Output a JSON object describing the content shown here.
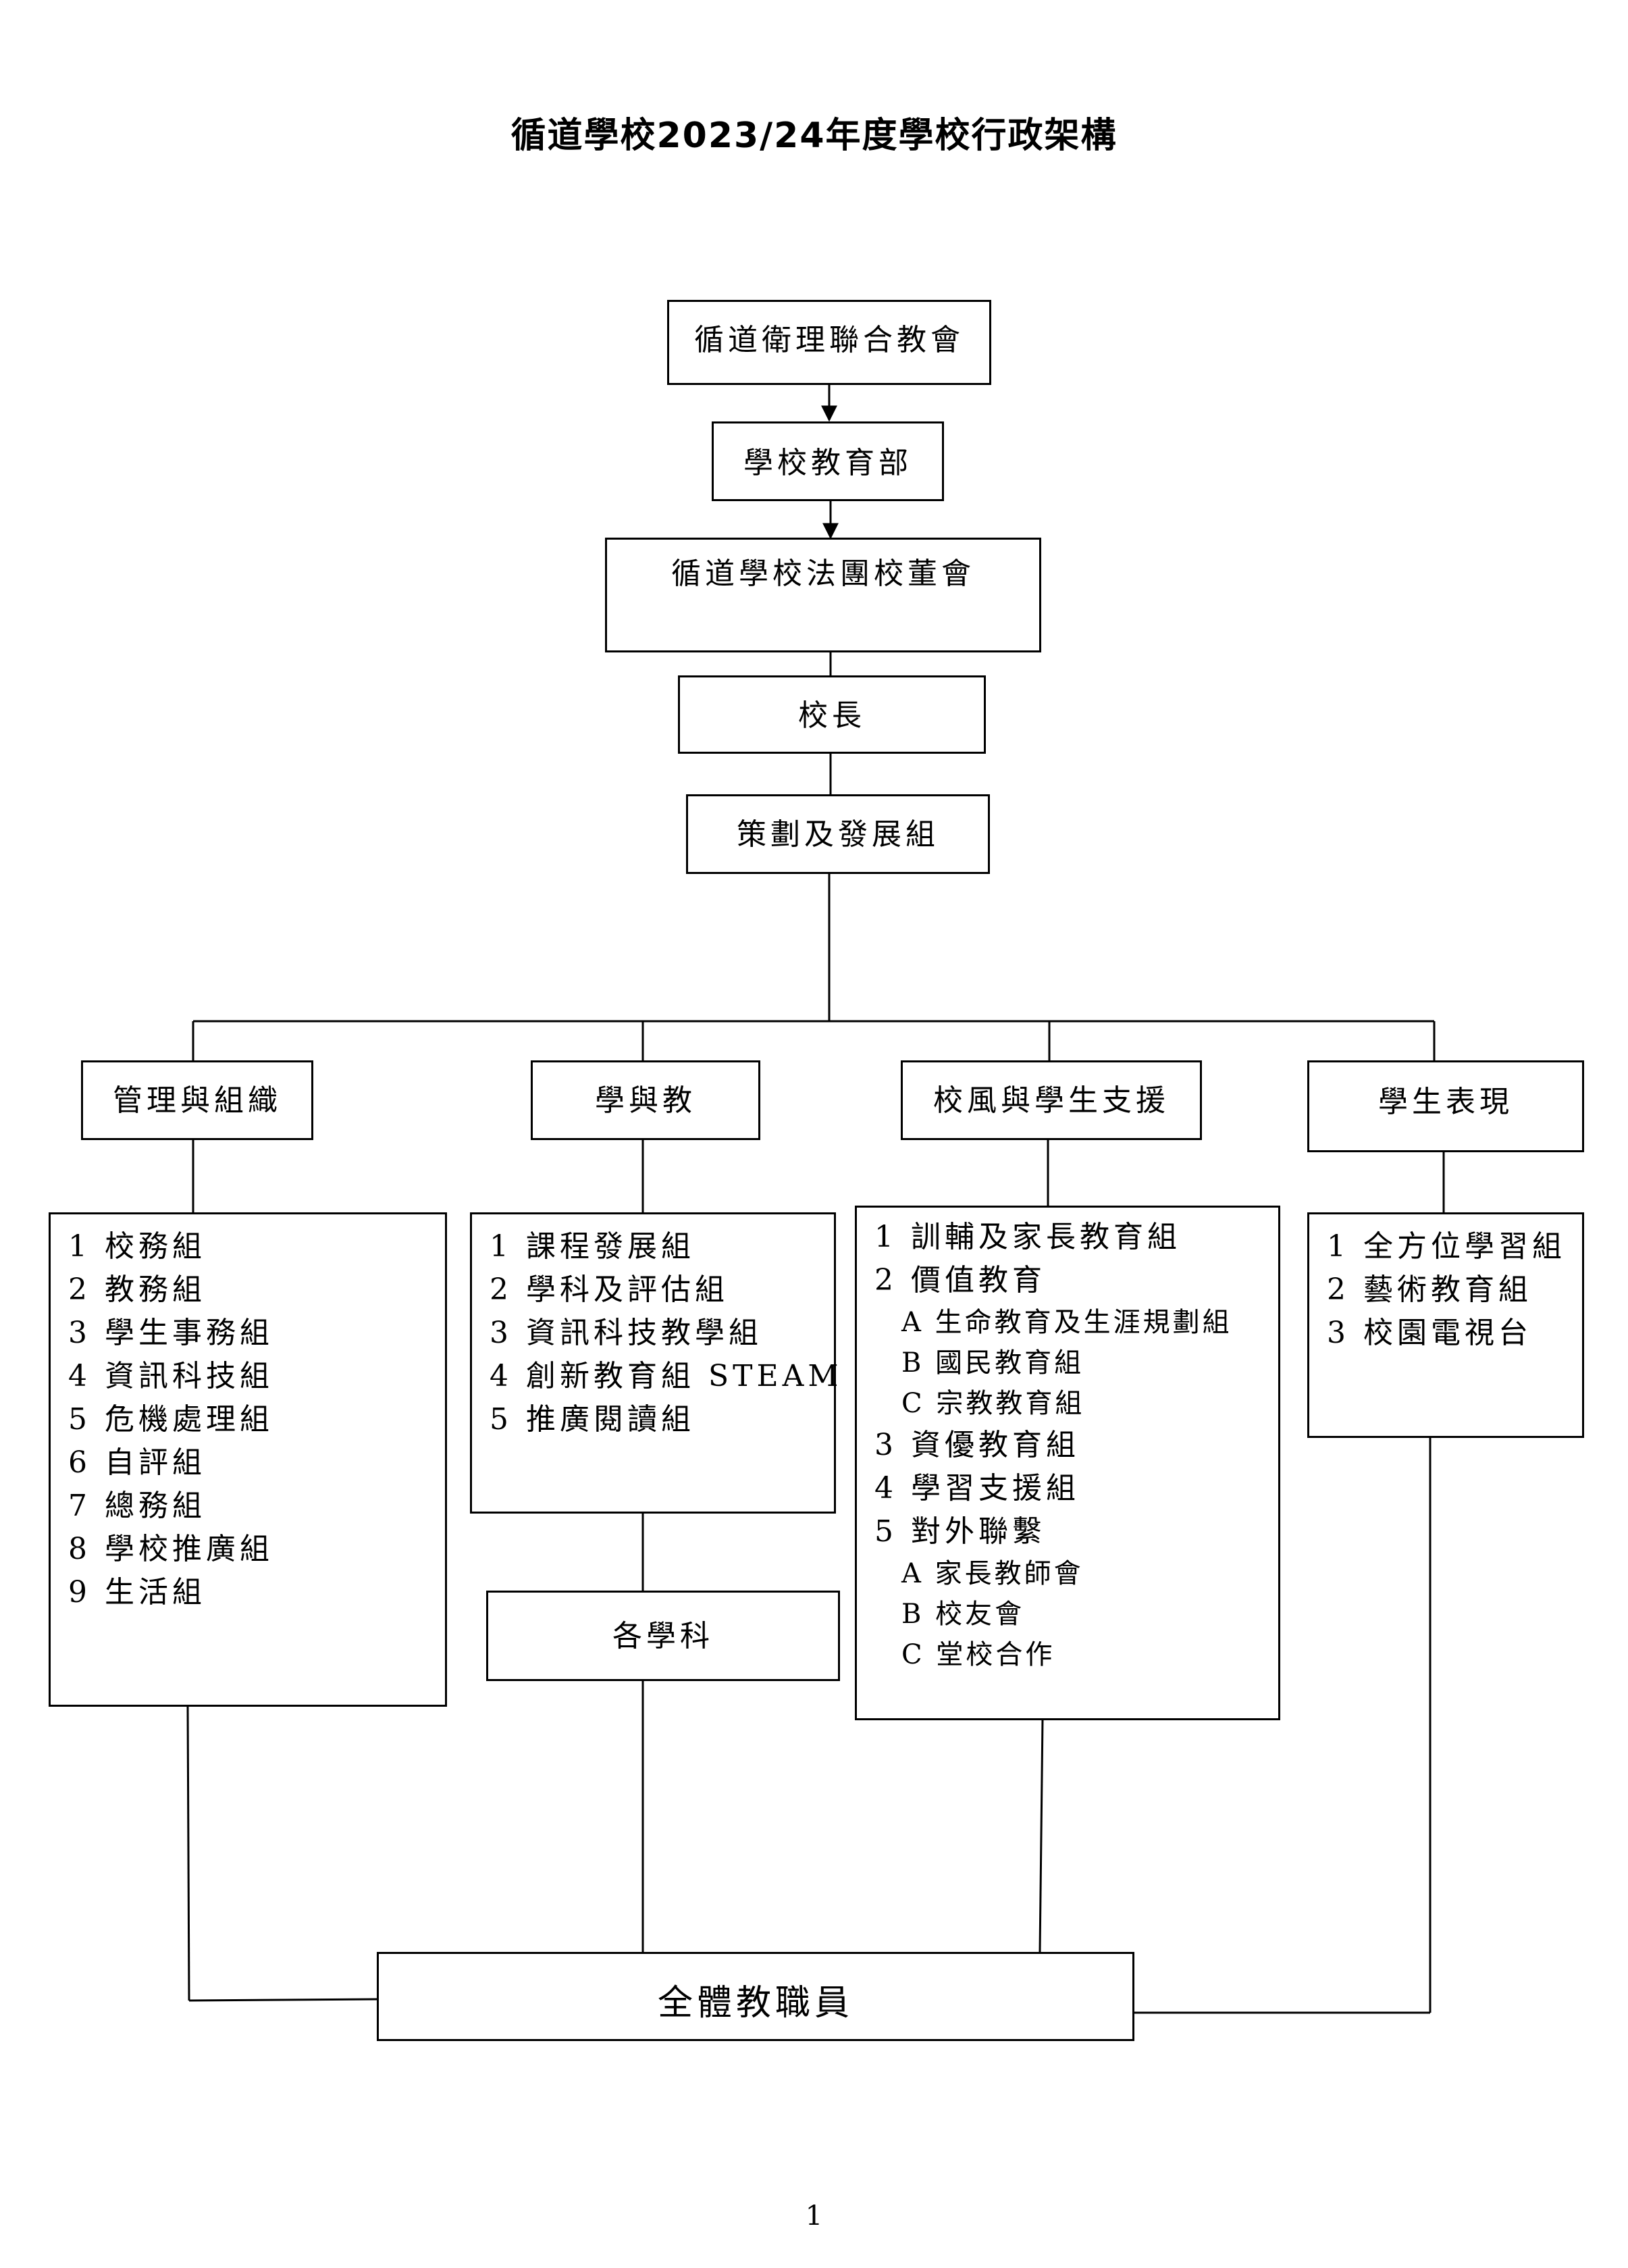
{
  "title": "循道學校2023/24年度學校行政架構",
  "top_chain": [
    "循道衛理聯合教會",
    "學校教育部",
    "循道學校法團校董會",
    "校長",
    "策劃及發展組"
  ],
  "branches": [
    {
      "name": "管理與組織",
      "items": [
        "1 校務組",
        "2 教務組",
        "3 學生事務組",
        "4 資訊科技組",
        "5 危機處理組",
        "6 自評組",
        "7 總務組",
        "8 學校推廣組",
        "9 生活組"
      ]
    },
    {
      "name": "學與教",
      "items": [
        "1 課程發展組",
        "2 學科及評估組",
        "3 資訊科技教學組",
        "4 創新教育組 STEAM",
        "5 推廣閱讀組"
      ],
      "extra": "各學科"
    },
    {
      "name": "校風與學生支援",
      "items": [
        {
          "text": "1 訓輔及家長教育組",
          "sub": false
        },
        {
          "text": "2 價值教育",
          "sub": false
        },
        {
          "text": "A 生命教育及生涯規劃組",
          "sub": true
        },
        {
          "text": "B 國民教育組",
          "sub": true
        },
        {
          "text": "C 宗教教育組",
          "sub": true
        },
        {
          "text": "3 資優教育組",
          "sub": false
        },
        {
          "text": "4 學習支援組",
          "sub": false
        },
        {
          "text": "5 對外聯繫",
          "sub": false
        },
        {
          "text": "A 家長教師會",
          "sub": true
        },
        {
          "text": "B 校友會",
          "sub": true
        },
        {
          "text": "C 堂校合作",
          "sub": true
        }
      ]
    },
    {
      "name": "學生表現",
      "items": [
        "1 全方位學習組",
        "2 藝術教育組",
        "3 校園電視台"
      ]
    }
  ],
  "bottom": "全體教職員",
  "page_number": "1"
}
